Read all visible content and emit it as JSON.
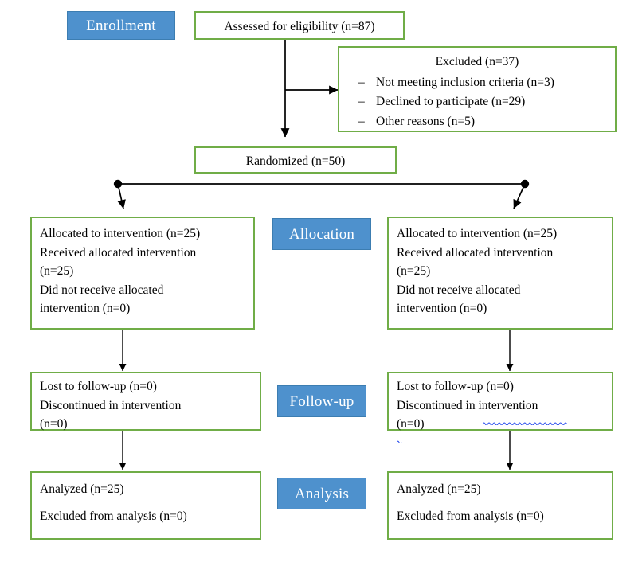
{
  "diagram": {
    "type": "consort-flow-diagram",
    "title": "CONSORT Participant Flow Diagram",
    "colors": {
      "box_border_green": "#70AD47",
      "stage_label_blue": "#4E91CD",
      "stage_label_border": "#3C7DB1",
      "stage_label_text": "#FFFFFF",
      "connector_black": "#000000",
      "spellcheck_underline": "#3355EE",
      "background": "#FFFFFF"
    }
  },
  "stages": {
    "enrollment": "Enrollment",
    "allocation": "Allocation",
    "followup": "Follow-up",
    "analysis": "Analysis"
  },
  "enrollment": {
    "assessed": "Assessed for eligibility (n=87)",
    "excluded": {
      "title": "Excluded (n=37)",
      "dash": "–",
      "reasons": [
        "Not meeting inclusion criteria (n=3)",
        "Declined to participate (n=29)",
        "Other reasons (n=5)"
      ]
    },
    "randomized": "Randomized (n=50)"
  },
  "allocation": {
    "left": {
      "lines": [
        "Allocated to intervention (n=25)",
        "Received allocated intervention",
        "(n=25)",
        "Did not receive allocated",
        "intervention (n=0)"
      ]
    },
    "right": {
      "lines": [
        "Allocated to intervention (n=25)",
        "Received allocated intervention",
        "(n=25)",
        "Did not receive allocated",
        "intervention (n=0)"
      ]
    }
  },
  "followup": {
    "left": {
      "lines": [
        "Lost to follow-up (n=0)",
        "Discontinued in intervention",
        "(n=0)"
      ]
    },
    "right": {
      "line1": "Lost to follow-up (n=0)",
      "line2_prefix": "Discontinued in ",
      "line2_misspelled": "intervention",
      "line3": "(n=0)"
    }
  },
  "analysis": {
    "left": {
      "analyzed": "Analyzed (n=25)",
      "excluded": "Excluded from analysis (n=0)"
    },
    "right": {
      "analyzed": "Analyzed (n=25)",
      "excluded": "Excluded from analysis (n=0)"
    }
  },
  "counts": {
    "assessed_n": 87,
    "excluded_n": 37,
    "excluded_not_meeting_criteria_n": 3,
    "excluded_declined_n": 29,
    "excluded_other_n": 5,
    "randomized_n": 50,
    "allocated_left_n": 25,
    "allocated_right_n": 25,
    "received_left_n": 25,
    "received_right_n": 25,
    "did_not_receive_left_n": 0,
    "did_not_receive_right_n": 0,
    "lost_followup_left_n": 0,
    "lost_followup_right_n": 0,
    "discontinued_left_n": 0,
    "discontinued_right_n": 0,
    "analyzed_left_n": 25,
    "analyzed_right_n": 25,
    "excluded_analysis_left_n": 0,
    "excluded_analysis_right_n": 0
  }
}
